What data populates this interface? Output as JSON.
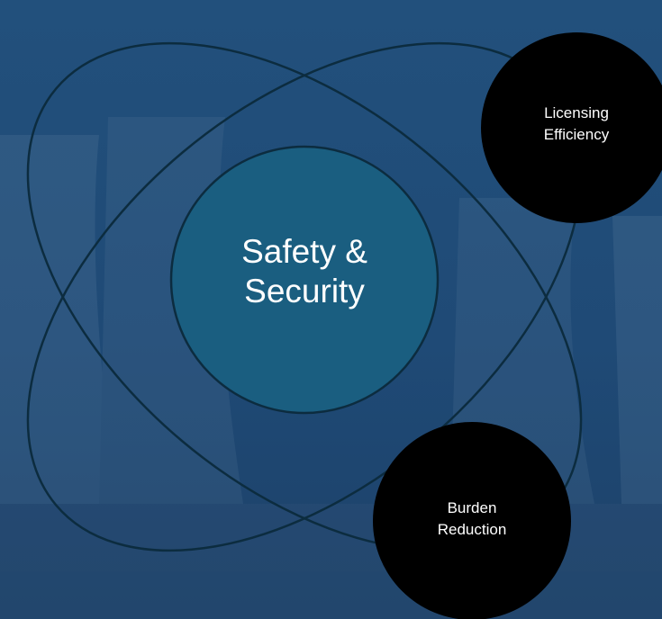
{
  "diagram": {
    "center": {
      "line1": "Safety &",
      "line2": "Security"
    },
    "nodes": [
      {
        "line1": "Licensing",
        "line2": "Efficiency"
      },
      {
        "line1": "Burden",
        "line2": "Reduction"
      }
    ]
  },
  "colors": {
    "background": "#1f4a76",
    "center_fill": "#1a5e80",
    "ring_stroke": "#0c2c3f",
    "node_fill": "#000000",
    "text": "#ffffff"
  }
}
